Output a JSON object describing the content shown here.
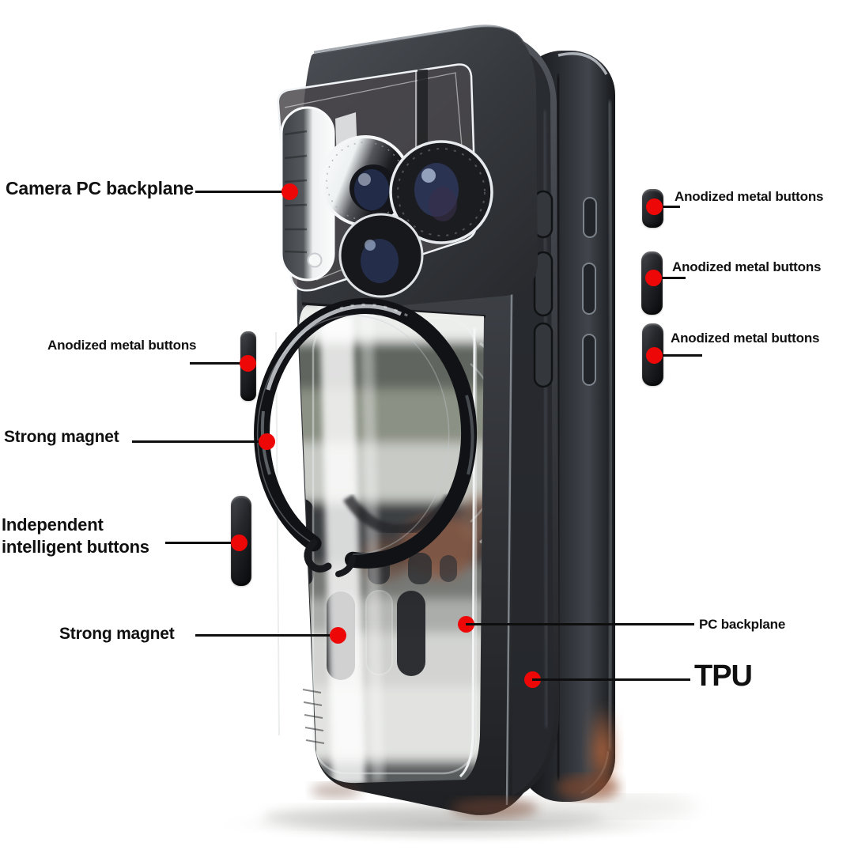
{
  "colors": {
    "background": "#ffffff",
    "callout_dot": "#ee0707",
    "callout_line": "#0e0e0e",
    "label_text": "#101010",
    "case_body": "#3a3e44",
    "case_dark": "#1d1f23",
    "copper_reflection": "#b06038"
  },
  "annotations": {
    "camera_pc_backplane": {
      "label": "Camera PC backplane"
    },
    "anodized_metal_buttons_left": {
      "label": "Anodized metal buttons"
    },
    "strong_magnet_upper": {
      "label": "Strong magnet"
    },
    "independent_intelligent_buttons": {
      "label_line1": "Independent",
      "label_line2": "intelligent buttons"
    },
    "strong_magnet_lower": {
      "label": "Strong magnet"
    },
    "anodized_metal_buttons_right_top": {
      "label": "Anodized metal buttons"
    },
    "anodized_metal_buttons_right_middle": {
      "label": "Anodized metal buttons"
    },
    "anodized_metal_buttons_right_bottom": {
      "label": "Anodized metal buttons"
    },
    "pc_backplane": {
      "label": "PC backplane"
    },
    "tpu": {
      "label": "TPU"
    }
  }
}
